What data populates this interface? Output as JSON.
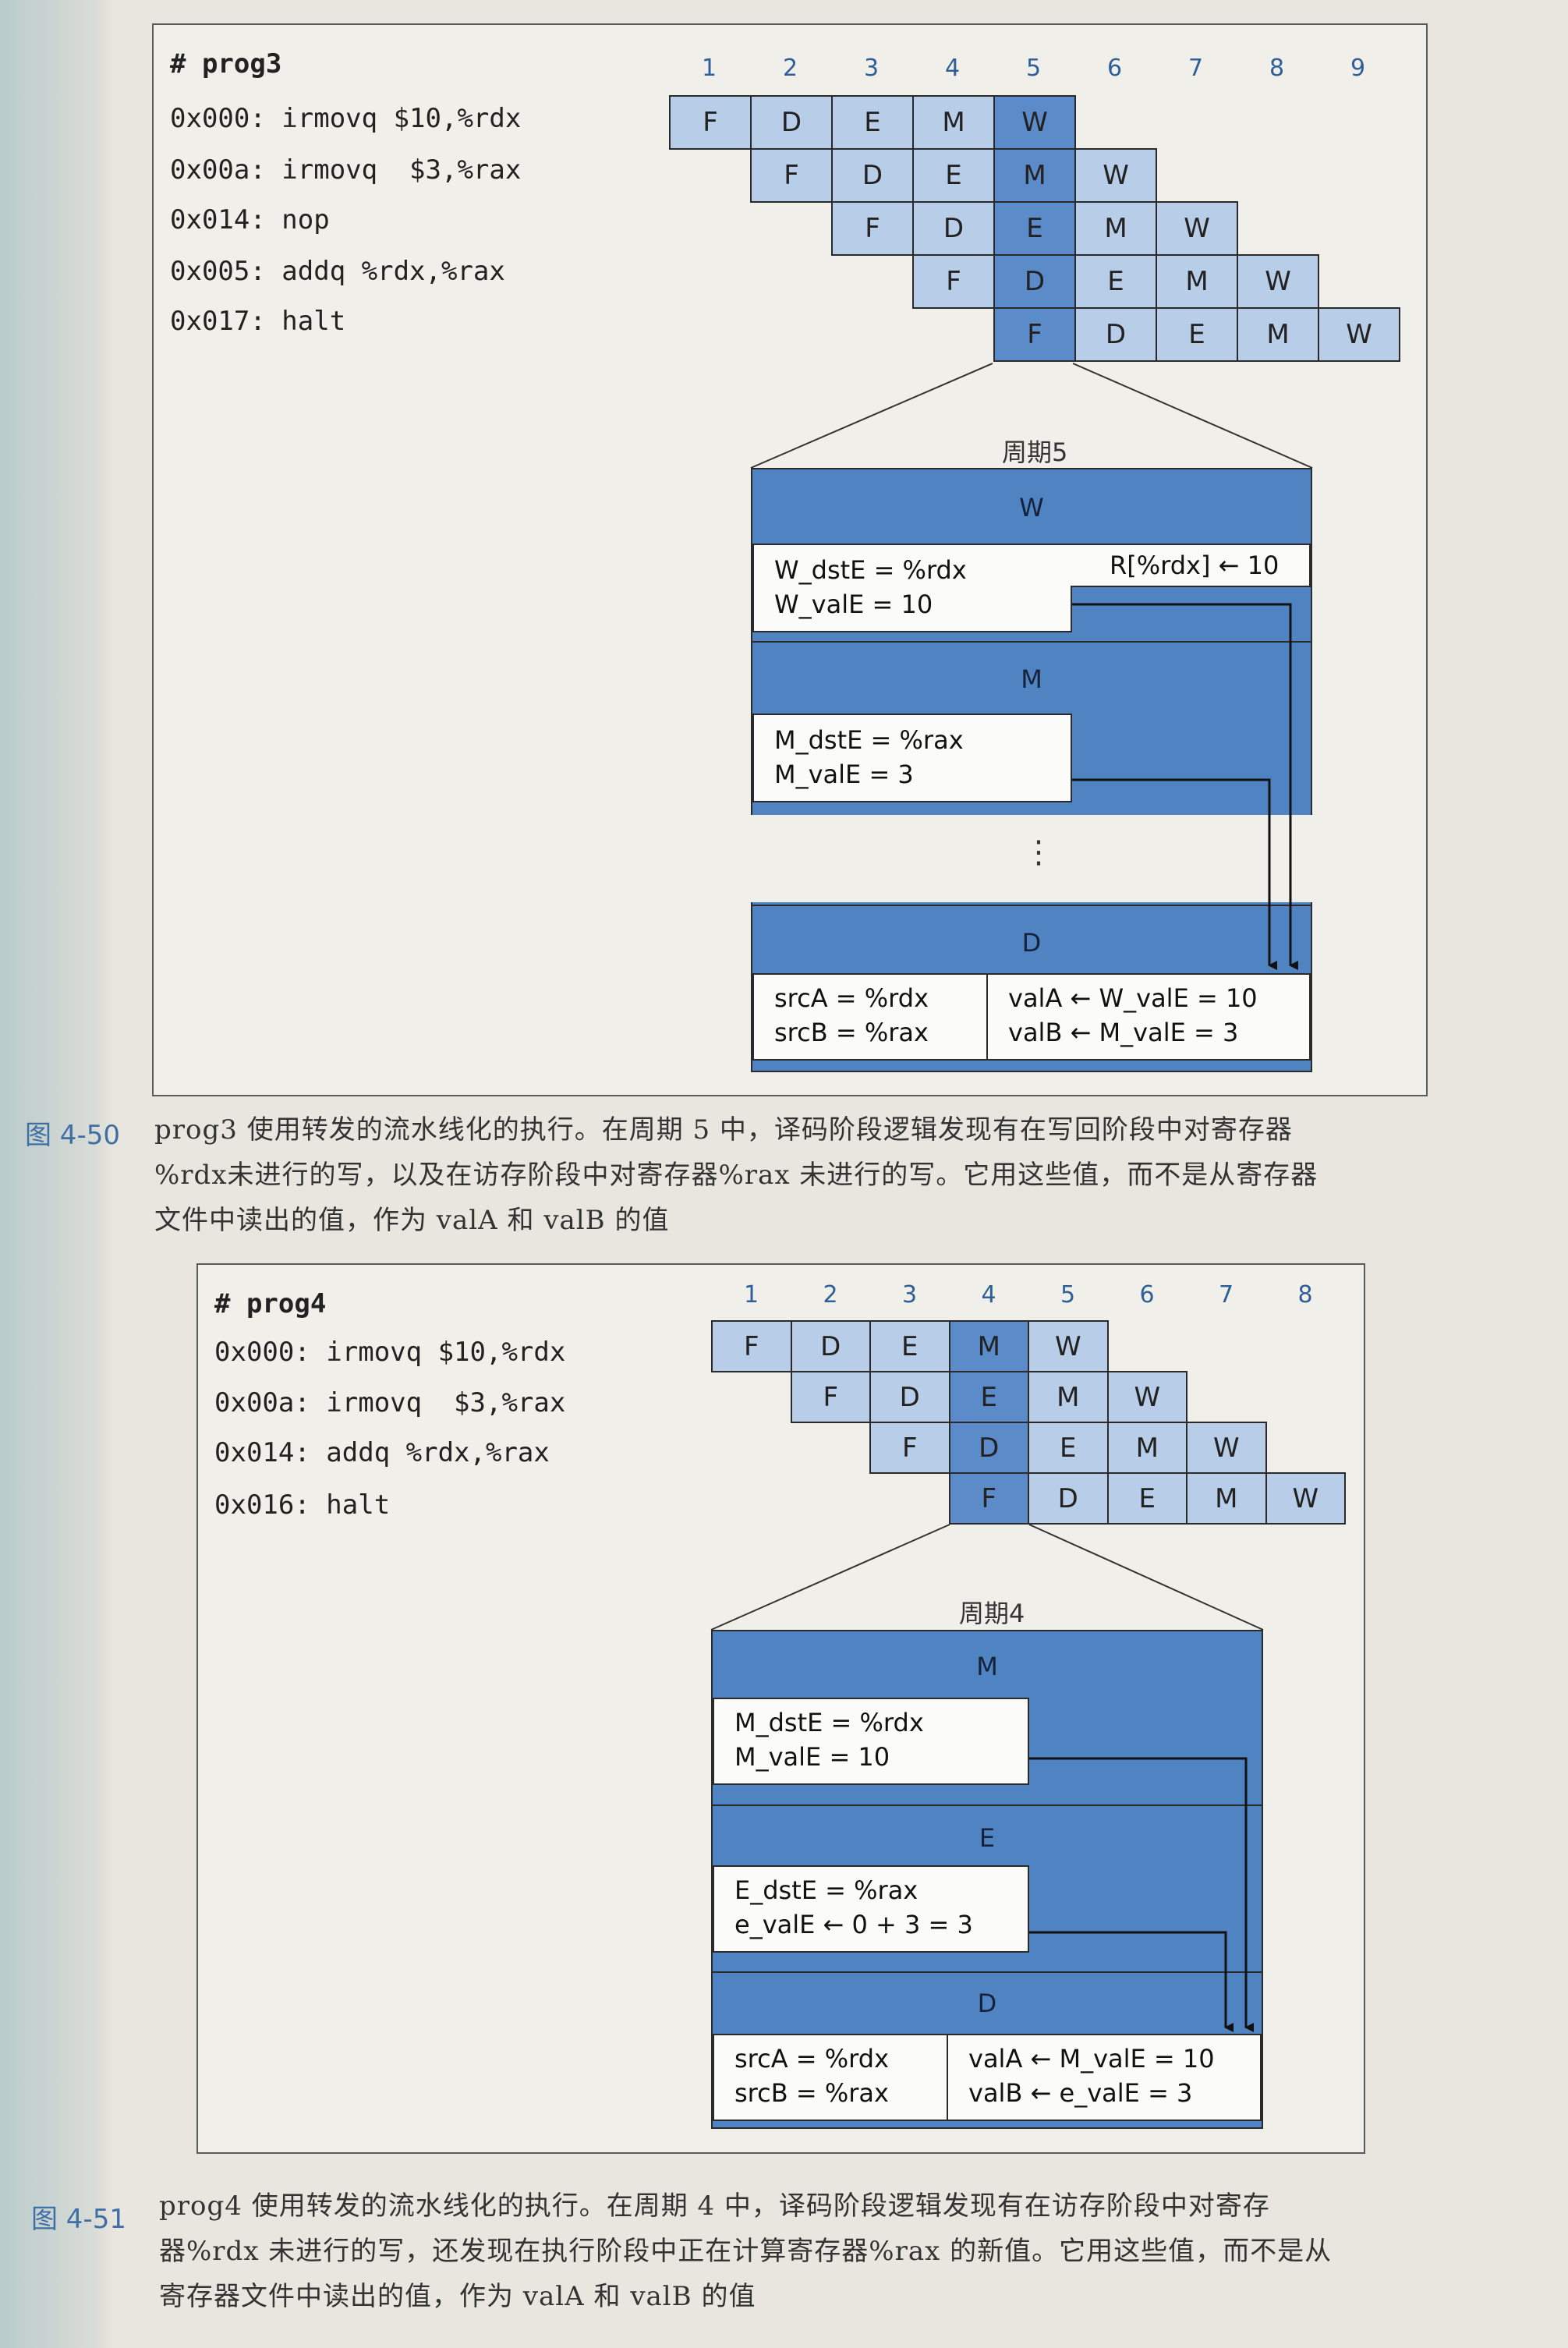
{
  "fig50": {
    "program_title": "# prog3",
    "instructions": [
      "0x000: irmovq $10,%rdx",
      "0x00a: irmovq  $3,%rax",
      "0x014: nop",
      "0x005: addq %rdx,%rax",
      "0x017: halt"
    ],
    "cycles": [
      "1",
      "2",
      "3",
      "4",
      "5",
      "6",
      "7",
      "8",
      "9"
    ],
    "stages": [
      [
        "F",
        "D",
        "E",
        "M",
        "W"
      ],
      [
        "F",
        "D",
        "E",
        "M",
        "W"
      ],
      [
        "F",
        "D",
        "E",
        "M",
        "W"
      ],
      [
        "F",
        "D",
        "E",
        "M",
        "W"
      ],
      [
        "F",
        "D",
        "E",
        "M",
        "W"
      ]
    ],
    "zoom_label": "周期5",
    "bands": {
      "w": "W",
      "m": "M",
      "d": "D"
    },
    "w_box": [
      "W_dstE = %rdx",
      "W_valE = 10"
    ],
    "w_note": "R[%rdx] ← 10",
    "m_box": [
      "M_dstE = %rax",
      "M_valE = 3"
    ],
    "ellipsis": "⋮",
    "d_left": [
      "srcA = %rdx",
      "srcB = %rax"
    ],
    "d_right": [
      "valA ← W_valE = 10",
      "valB ← M_valE = 3"
    ],
    "caption_number": "图 4-50",
    "caption_lines": [
      "prog3 使用转发的流水线化的执行。在周期 5 中，译码阶段逻辑发现有在写回阶段中对寄存器",
      "%rdx未进行的写，以及在访存阶段中对寄存器%rax 未进行的写。它用这些值，而不是从寄存器",
      "文件中读出的值，作为 valA 和 valB 的值"
    ]
  },
  "fig51": {
    "program_title": "# prog4",
    "instructions": [
      "0x000: irmovq $10,%rdx",
      "0x00a: irmovq  $3,%rax",
      "0x014: addq %rdx,%rax",
      "0x016: halt"
    ],
    "cycles": [
      "1",
      "2",
      "3",
      "4",
      "5",
      "6",
      "7",
      "8"
    ],
    "stages": [
      [
        "F",
        "D",
        "E",
        "M",
        "W"
      ],
      [
        "F",
        "D",
        "E",
        "M",
        "W"
      ],
      [
        "F",
        "D",
        "E",
        "M",
        "W"
      ],
      [
        "F",
        "D",
        "E",
        "M",
        "W"
      ]
    ],
    "zoom_label": "周期4",
    "bands": {
      "m": "M",
      "e": "E",
      "d": "D"
    },
    "m_box": [
      "M_dstE = %rdx",
      "M_valE = 10"
    ],
    "e_box": [
      "E_dstE = %rax",
      "e_valE ← 0 + 3 = 3"
    ],
    "d_left": [
      "srcA = %rdx",
      "srcB = %rax"
    ],
    "d_right": [
      "valA ← M_valE = 10",
      "valB ← e_valE = 3"
    ],
    "caption_number": "图 4-51",
    "caption_lines": [
      "prog4 使用转发的流水线化的执行。在周期 4 中，译码阶段逻辑发现有在访存阶段中对寄存",
      "器%rdx 未进行的写，还发现在执行阶段中正在计算寄存器%rax 的新值。它用这些值，而不是从",
      "寄存器文件中读出的值，作为 valA 和 valB 的值"
    ]
  }
}
